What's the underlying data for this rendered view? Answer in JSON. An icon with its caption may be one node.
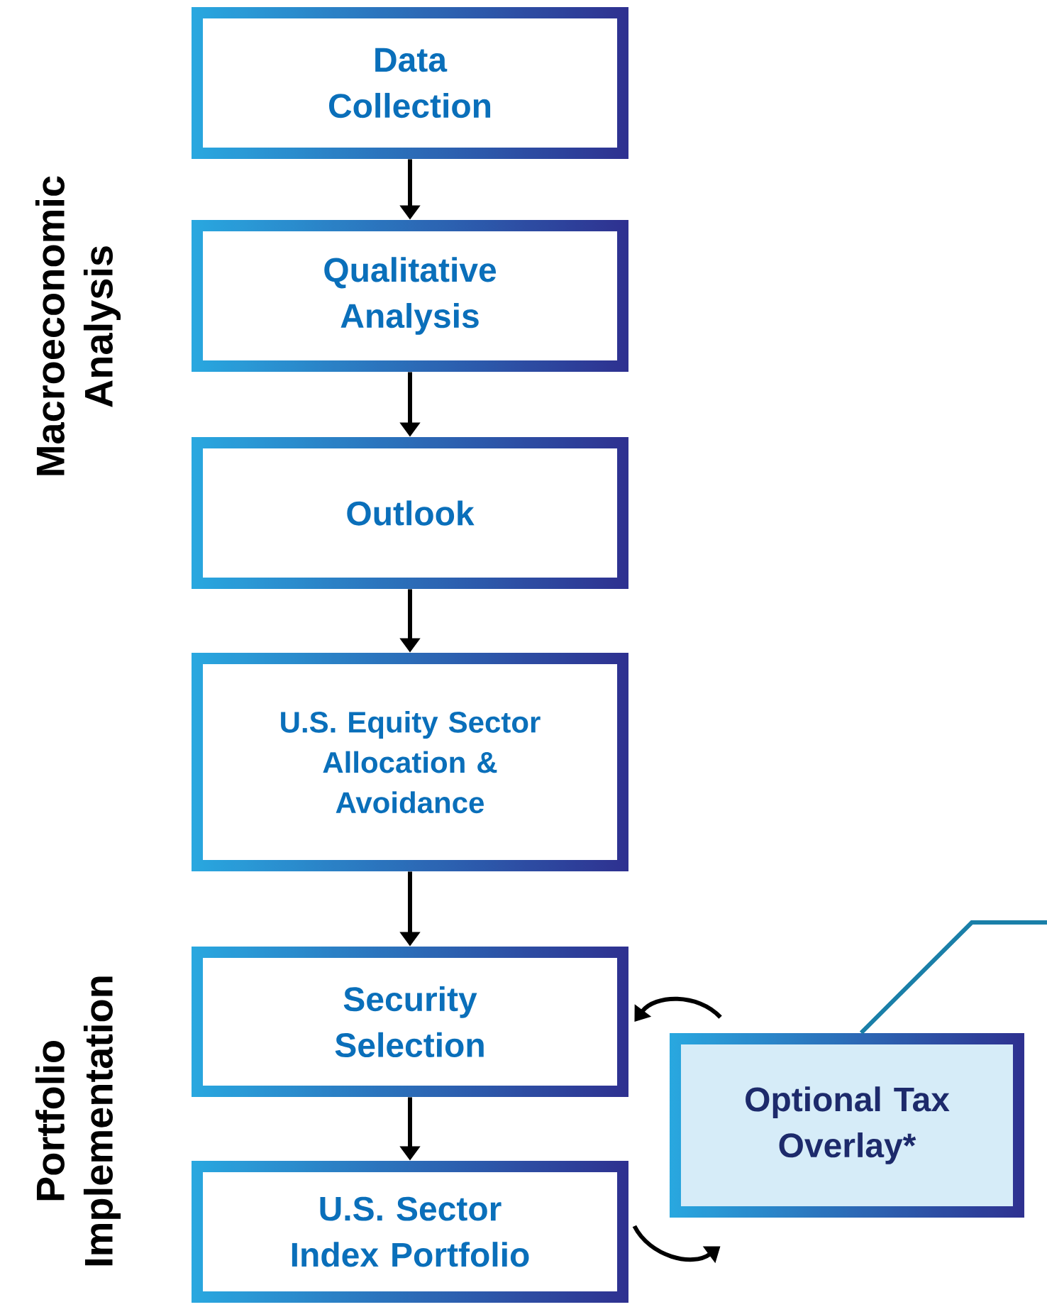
{
  "diagram": {
    "nodes": [
      {
        "text": [
          "Data Collection"
        ]
      },
      {
        "text": [
          "Qualitative Analysis"
        ]
      },
      {
        "text": [
          "Outlook"
        ]
      },
      {
        "text": [
          "U.S. Equity Sector Allocation & Avoidance"
        ]
      },
      {
        "text": [
          "Security Selection"
        ]
      },
      {
        "text": [
          "U.S. Sector Index Portfolio"
        ]
      },
      {
        "text": [
          "Optional Tax Overlay*"
        ]
      }
    ],
    "edges": [
      {
        "from": 0,
        "to": 1,
        "arrow": "to"
      },
      {
        "from": 1,
        "to": 2,
        "arrow": "to"
      },
      {
        "from": 2,
        "to": 3,
        "arrow": "to"
      },
      {
        "from": 3,
        "to": 4,
        "arrow": "to"
      },
      {
        "from": 4,
        "to": 5,
        "arrow": "to"
      },
      {
        "from": 6,
        "to": 4,
        "arrow": "to"
      },
      {
        "from": 5,
        "to": 6,
        "arrow": "to"
      },
      {
        "from": 6,
        "to": null,
        "arrow": "none",
        "color": "#1a7fa8"
      }
    ],
    "labels": [
      "Macroeconomic Analysis",
      "Portfolio Implementation"
    ]
  }
}
